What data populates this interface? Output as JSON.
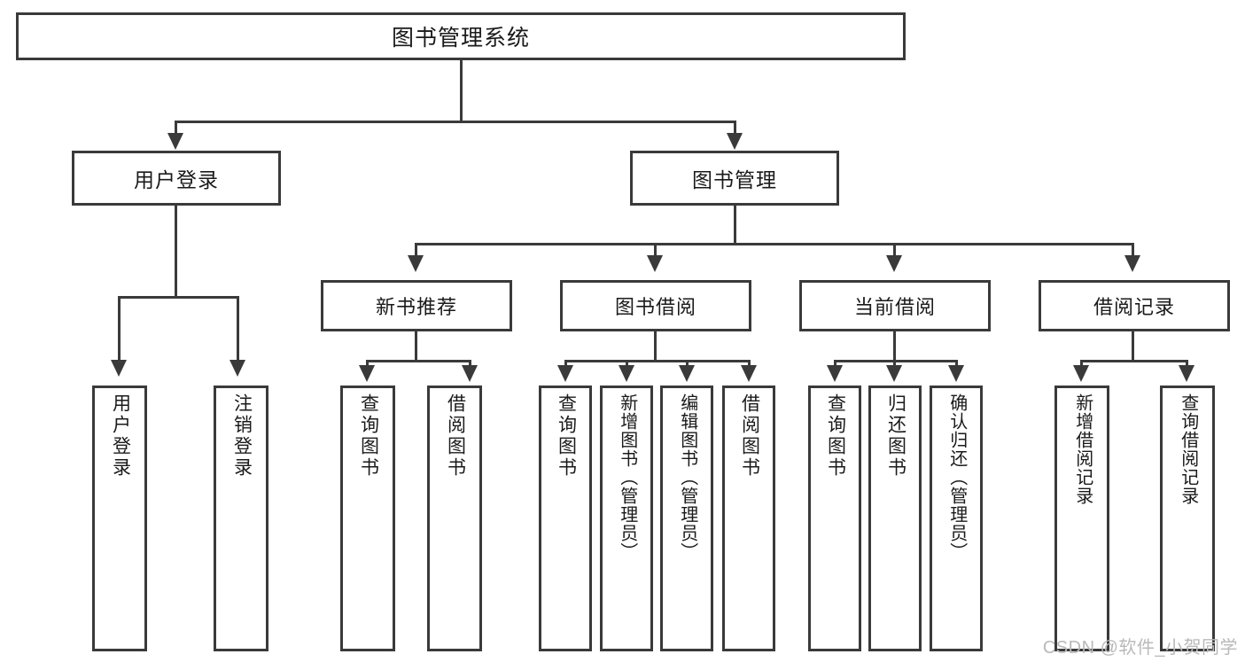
{
  "diagram": {
    "type": "tree-hierarchy-chart",
    "root": {
      "id": "root",
      "label": "图书管理系统"
    },
    "level1": [
      {
        "id": "user-login",
        "label": "用户登录"
      },
      {
        "id": "book-management",
        "label": "图书管理"
      }
    ],
    "level2": [
      {
        "id": "new-book-recommend",
        "label": "新书推荐"
      },
      {
        "id": "book-borrow",
        "label": "图书借阅"
      },
      {
        "id": "current-borrow",
        "label": "当前借阅"
      },
      {
        "id": "borrow-record",
        "label": "借阅记录"
      }
    ],
    "leaves": {
      "user_login": [
        {
          "id": "leaf-user-login",
          "label": "用户登录"
        },
        {
          "id": "leaf-logout-login",
          "label": "注销登录"
        }
      ],
      "new_book_recommend": [
        {
          "id": "leaf-query-book-1",
          "label": "查询图书"
        },
        {
          "id": "leaf-borrow-book-1",
          "label": "借阅图书"
        }
      ],
      "book_borrow": [
        {
          "id": "leaf-query-book-2",
          "label": "查询图书"
        },
        {
          "id": "leaf-add-book",
          "label": "新增图书（管理员）"
        },
        {
          "id": "leaf-edit-book",
          "label": "编辑图书（管理员）"
        },
        {
          "id": "leaf-borrow-book-2",
          "label": "借阅图书"
        }
      ],
      "current_borrow": [
        {
          "id": "leaf-query-book-3",
          "label": "查询图书"
        },
        {
          "id": "leaf-return-book",
          "label": "归还图书"
        },
        {
          "id": "leaf-confirm-return",
          "label": "确认归还（管理员）"
        }
      ],
      "borrow_record": [
        {
          "id": "leaf-add-record",
          "label": "新增借阅记录"
        },
        {
          "id": "leaf-query-record",
          "label": "查询借阅记录"
        }
      ]
    }
  },
  "watermark": {
    "text": "CSDN @软件_小贺同学"
  },
  "colors": {
    "stroke": "#3a3a3a",
    "text": "#1a1a1a",
    "background": "#ffffff",
    "watermark": "#b9b9b9"
  }
}
